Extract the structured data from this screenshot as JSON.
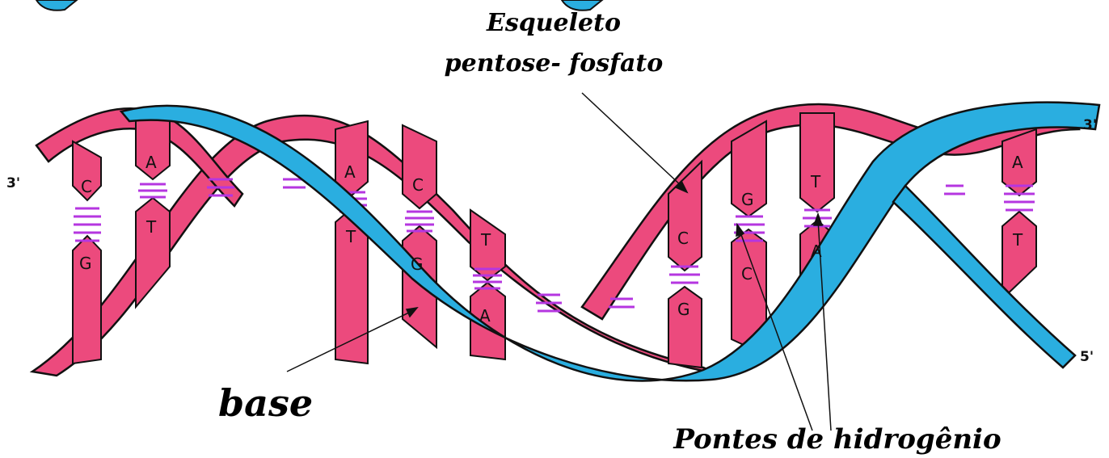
{
  "labels": {
    "backbone_line1": "Esqueleto",
    "backbone_line2": "pentose- fosfato",
    "base": "base",
    "hydrogen_bonds": "Pontes de hidrogênio"
  },
  "ends": {
    "top_left": "3'",
    "top_right": "3'",
    "bottom_right": "5'"
  },
  "base_pairs": [
    {
      "top": "C",
      "bottom": "G"
    },
    {
      "top": "A",
      "bottom": "T"
    },
    {
      "top": "A",
      "bottom": "T"
    },
    {
      "top": "C",
      "bottom": "G"
    },
    {
      "top": "T",
      "bottom": "A"
    },
    {
      "top": "C",
      "bottom": "G"
    },
    {
      "top": "G",
      "bottom": "C"
    },
    {
      "top": "T",
      "bottom": "A"
    },
    {
      "top": "A",
      "bottom": "T"
    }
  ],
  "colors": {
    "strand_pink": "#ec4a7d",
    "strand_blue": "#2aaee0",
    "hydrogen_bond": "#b536e0",
    "outline": "#111111"
  }
}
